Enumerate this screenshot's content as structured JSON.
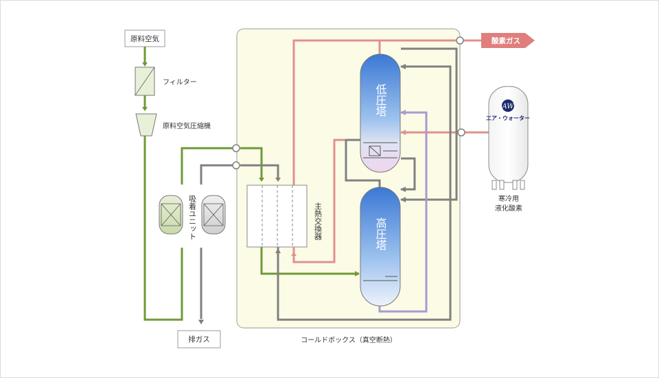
{
  "labels": {
    "raw_air": "原料空気",
    "filter": "フィルター",
    "compressor": "原料空気圧縮機",
    "adsorption_unit": "吸着ユニット",
    "main_heat_exchanger": "主熱交換器",
    "low_pressure_column": "低圧塔",
    "high_pressure_column": "高圧塔",
    "oxygen_gas": "酸素ガス",
    "exhaust_gas": "排ガス",
    "cold_box": "コールドボックス（真空断熱）",
    "liquid_oxygen_line1": "寒冷用",
    "liquid_oxygen_line2": "液化酸素",
    "tank_logo": "エア・ウォーター"
  },
  "colors": {
    "air_line": "#6e9a38",
    "gray_line": "#808080",
    "red_line": "#e0908c",
    "purple_line": "#a79ad0",
    "cold_box_fill": "#fbfbe6",
    "tower_blue": "#3f7fd6",
    "oxygen_arrow": "#e07e7e"
  }
}
